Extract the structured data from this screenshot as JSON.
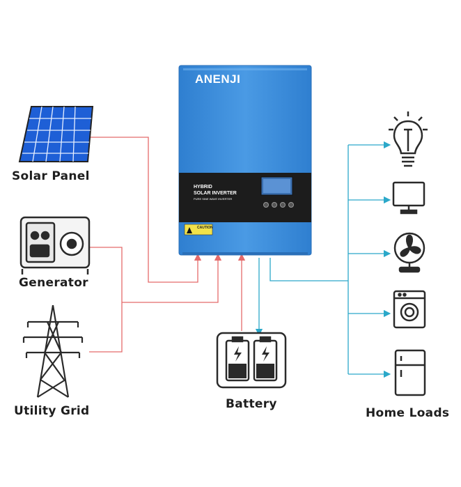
{
  "sources": {
    "solar_panel": "Solar Panel",
    "generator": "Generator",
    "utility_grid": "Utility Grid"
  },
  "battery": "Battery",
  "home_loads": "Home Loads",
  "inverter": {
    "brand": "ANENJI",
    "line1": "HYBRID",
    "line2": "SOLAR INVERTER",
    "line3": "PURE SINE WAVE INVERTER",
    "caution": "CAUTION"
  },
  "colors": {
    "input_line": "#e46a6a",
    "output_line": "#2ba8c9",
    "inverter_body": "#3f8fdc",
    "panel": "#1c1c1c",
    "icon_stroke": "#2a2a2a"
  }
}
